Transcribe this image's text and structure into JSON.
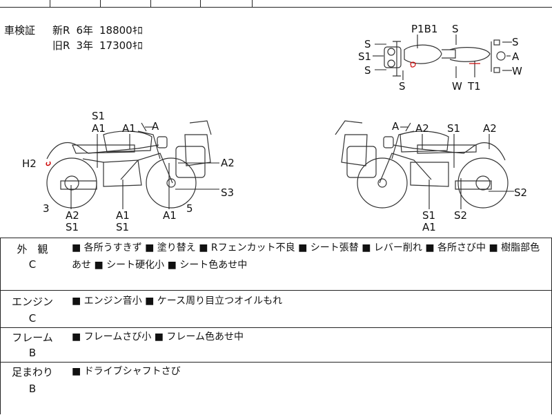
{
  "inspection": {
    "label": "車検証",
    "rows": [
      {
        "type": "新R",
        "years": "6年",
        "price": "18800ｷﾛ"
      },
      {
        "type": "旧R",
        "years": "3年",
        "price": "17300ｷﾛ"
      }
    ]
  },
  "top_view_labels": {
    "p1b1": "P1B1",
    "s_top": "S",
    "s_left1": "S",
    "s1_left": "S1",
    "s_left3": "S",
    "s_bottom": "S",
    "w_bottom": "W",
    "t1": "T1",
    "s_right": "S",
    "a_right": "A",
    "w_right": "W"
  },
  "left_view_labels": {
    "s1": "S1",
    "a1_a": "A1",
    "a1_b": "A1",
    "a": "A",
    "h2": "H2",
    "a2": "A2",
    "s3": "S3",
    "three": "3",
    "a2_b": "A2",
    "s1_b": "S1",
    "a1_c": "A1",
    "s1_c": "S1",
    "a1_d": "A1",
    "five": "5"
  },
  "right_view_labels": {
    "a": "A",
    "a2": "A2",
    "s1": "S1",
    "a2_b": "A2",
    "s2": "S2",
    "s1_b": "S1",
    "a1": "A1",
    "s2_b": "S2"
  },
  "sections": [
    {
      "name": "外　観",
      "grade": "C",
      "notes": "■ 各所うすきず ■ 塗り替え ■ Rフェンカット不良 ■ シート張替 ■ レバー削れ ■ 各所さび中 ■ 樹脂部色あせ ■ シート硬化小 ■ シート色あせ中"
    },
    {
      "name": "エンジン",
      "grade": "C",
      "notes": "■ エンジン音小 ■ ケース周り目立つオイルもれ"
    },
    {
      "name": "フレーム",
      "grade": "B",
      "notes": "■ フレームさび小 ■ フレーム色あせ中"
    },
    {
      "name": "足まわり",
      "grade": "B",
      "notes": "■ ドライブシャフトさび"
    }
  ]
}
